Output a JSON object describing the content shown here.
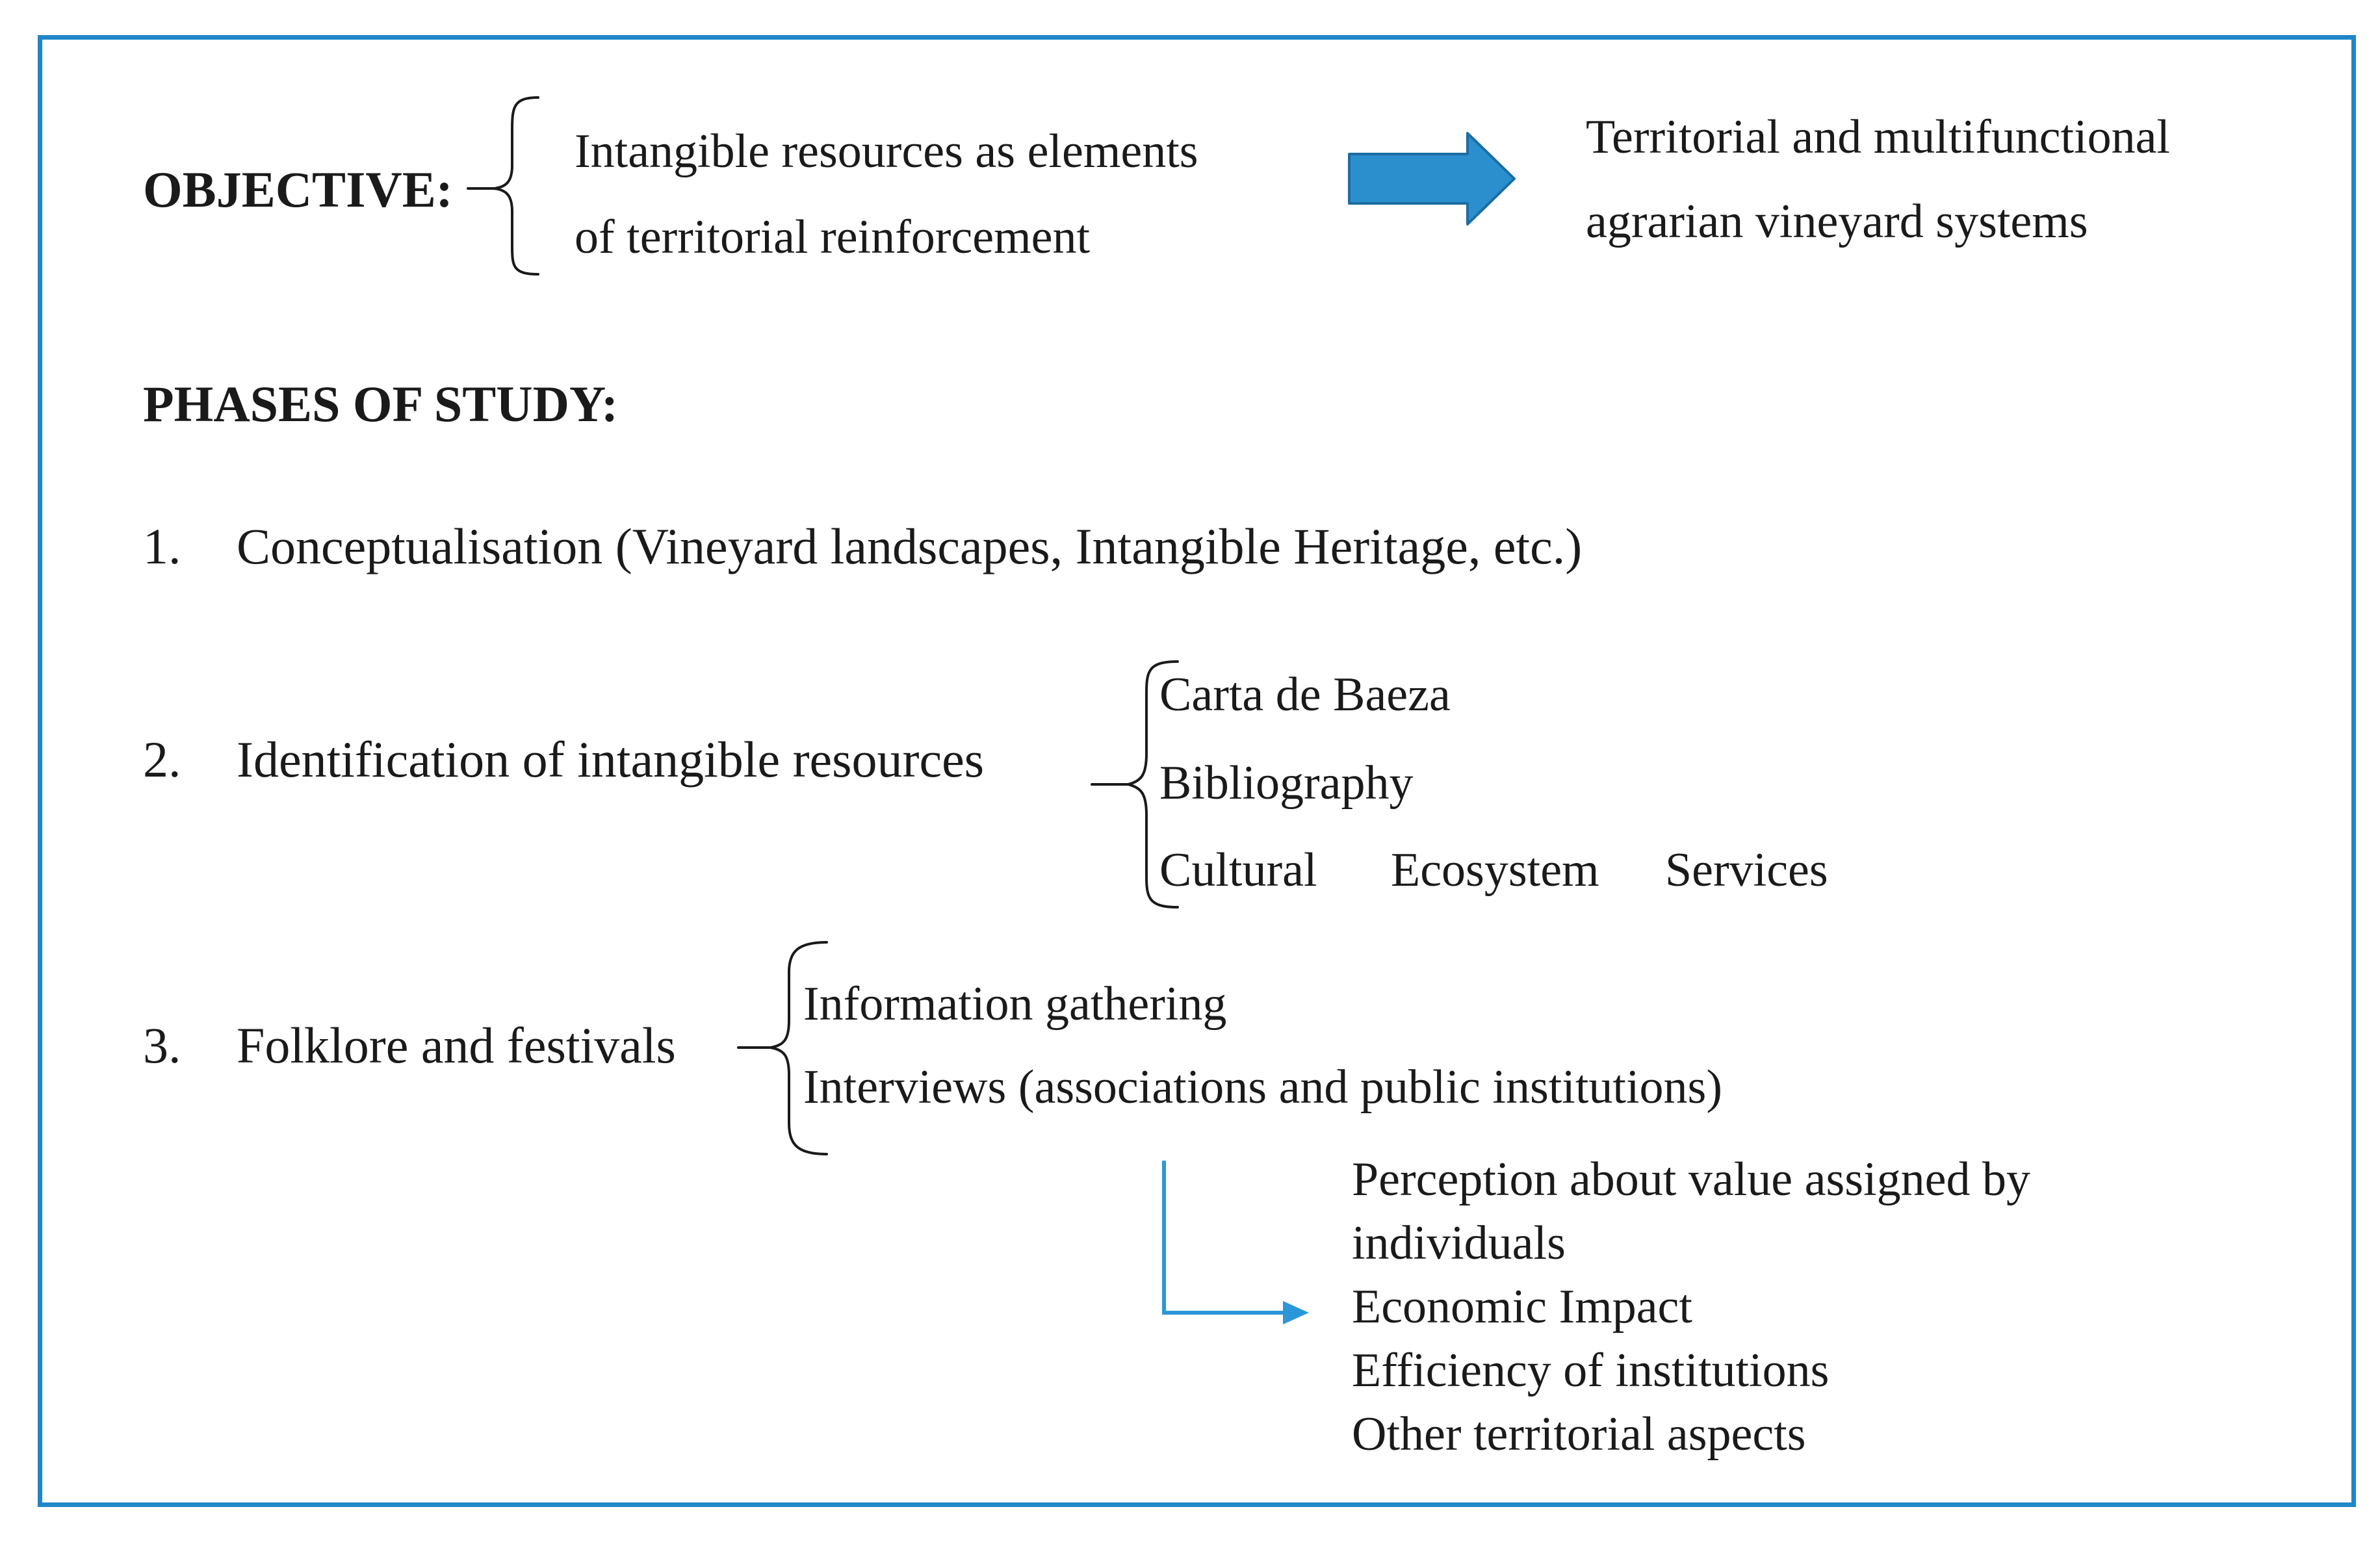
{
  "objective": {
    "label": "OBJECTIVE:",
    "resource_lines": [
      "Intangible resources as elements",
      "of territorial reinforcement"
    ],
    "target_lines": [
      "Territorial and multifunctional",
      "agrarian vineyard systems"
    ]
  },
  "phases": {
    "heading": "PHASES OF STUDY:",
    "items": [
      {
        "number": "1.",
        "label": "Conceptualisation (Vineyard landscapes, Intangible Heritage, etc.)"
      },
      {
        "number": "2.",
        "label": "Identification of intangible resources"
      },
      {
        "number": "3.",
        "label": "Folklore and festivals"
      }
    ],
    "identification_sources": {
      "line1": "Carta de Baeza",
      "line2": "Bibliography",
      "line3": [
        "Cultural",
        "Ecosystem",
        "Services"
      ]
    },
    "folklore_methods": [
      "Information gathering",
      "Interviews (associations and public institutions)"
    ],
    "interview_topics": [
      "Perception about value assigned by",
      "individuals",
      "Economic Impact",
      "Efficiency of institutions",
      "Other territorial aspects"
    ]
  },
  "colors": {
    "border": "#1f86c8",
    "arrow_fill": "#2b8fce",
    "arrow_stroke": "#1b6da3",
    "connector": "#2b97d8",
    "text": "#1a1a1a"
  }
}
